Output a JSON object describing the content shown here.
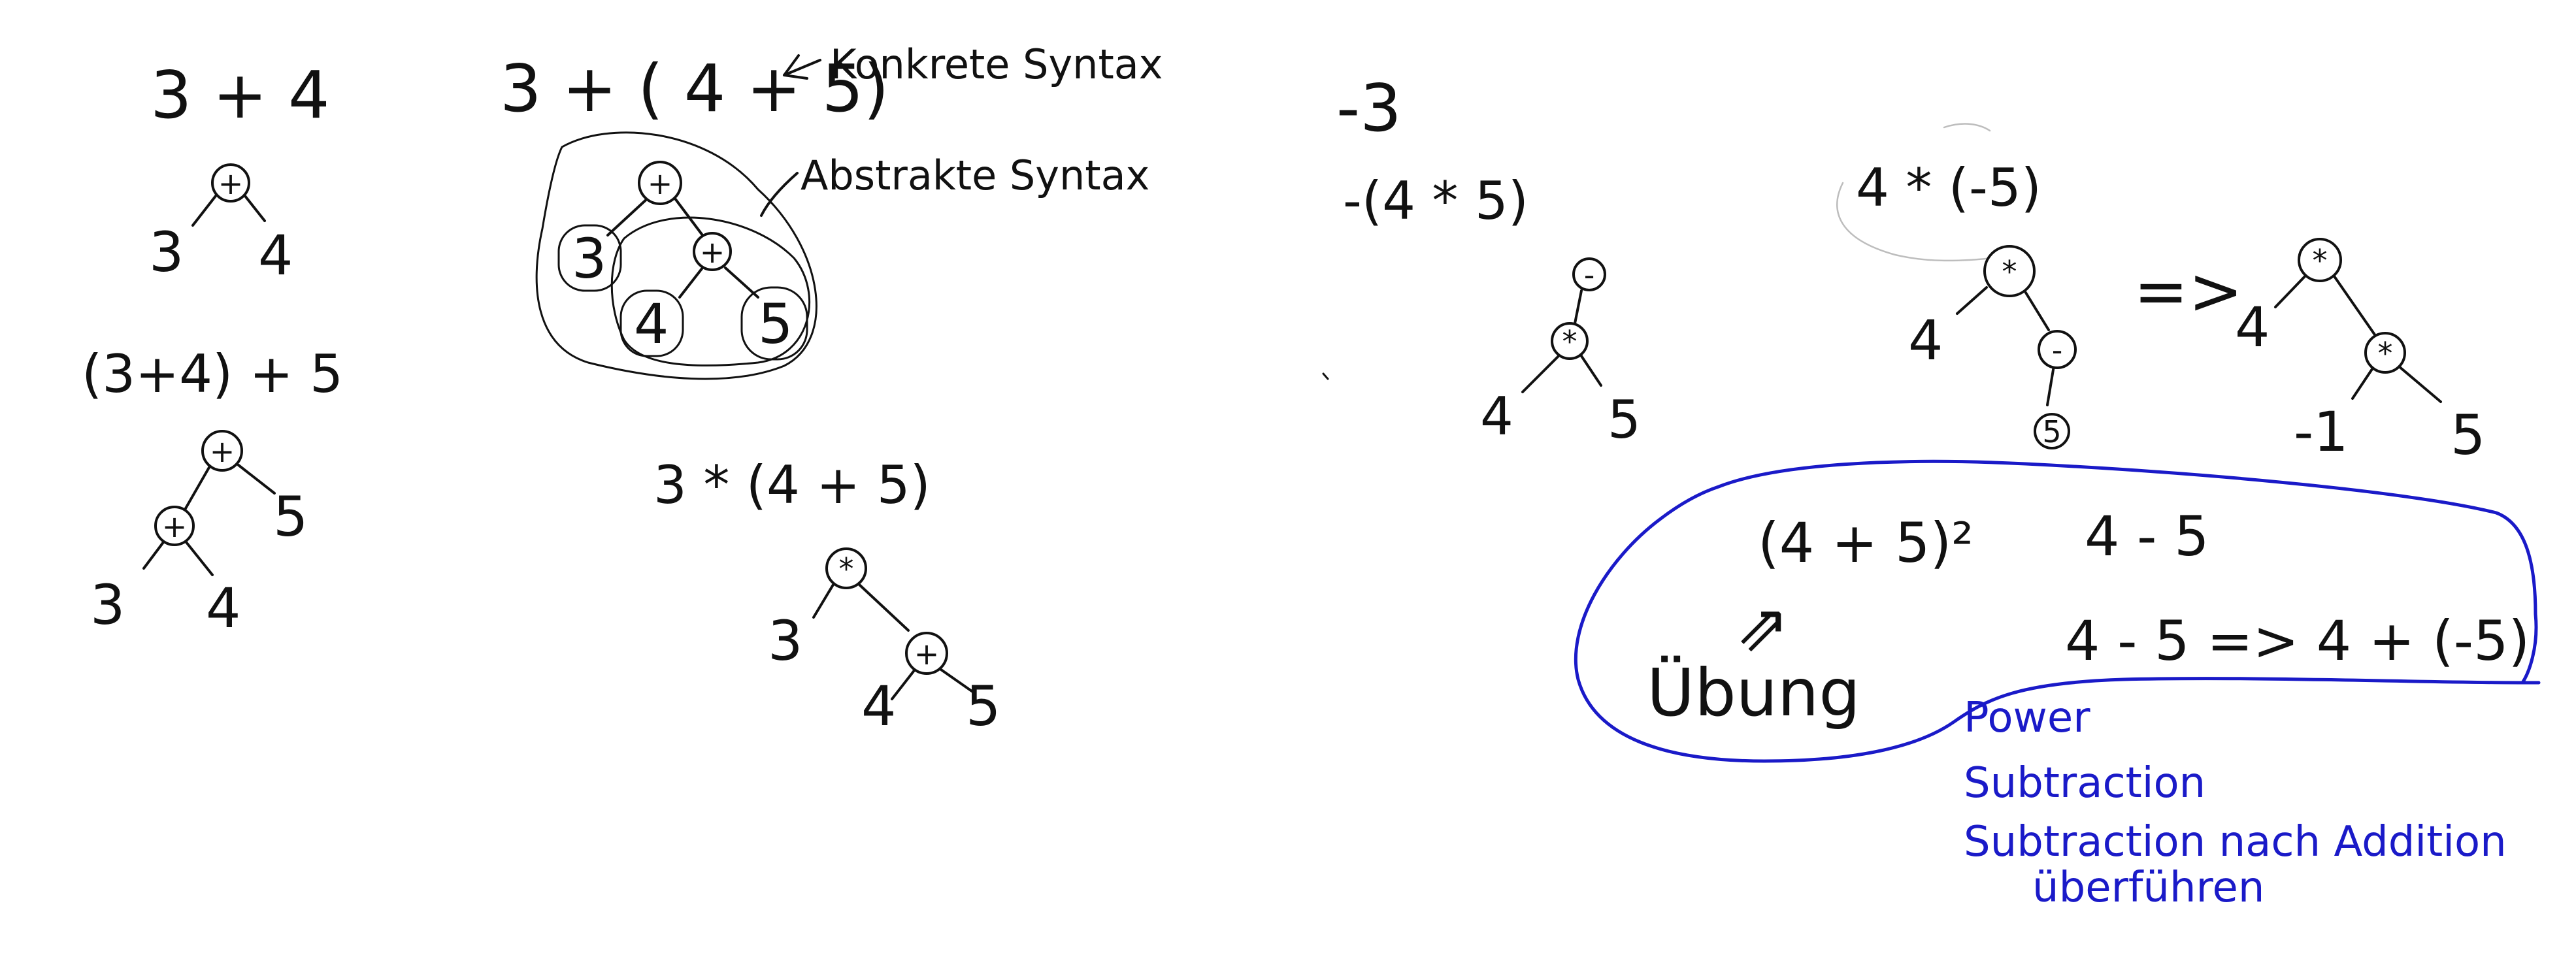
{
  "colors": {
    "ink": "#111111",
    "note_ink": "#1a1ac8",
    "background": "#ffffff"
  },
  "tree1": {
    "expr": "3 + 4",
    "root": "+",
    "left": "3",
    "right": "4"
  },
  "tree2": {
    "expr": "(3+4) + 5",
    "root": "+",
    "inner": "+",
    "a": "3",
    "b": "4",
    "c": "5"
  },
  "tree3": {
    "expr": "3 + ( 4 + 5)",
    "concrete_label": "Konkrete Syntax",
    "abstract_label": "Abstrakte Syntax",
    "root": "+",
    "inner": "+",
    "a": "3",
    "b": "4",
    "c": "5"
  },
  "tree4": {
    "expr": "3 * (4 + 5)",
    "root": "*",
    "inner": "+",
    "a": "3",
    "b": "4",
    "c": "5"
  },
  "neg": {
    "expr1": "-3",
    "expr2": "-(4 * 5)",
    "root": "-",
    "inner": "*",
    "a": "4",
    "b": "5"
  },
  "neg2": {
    "expr": "4 * (-5)",
    "left": {
      "root": "*",
      "a": "4",
      "neg": "-",
      "val": "5"
    },
    "arrow": "=>",
    "right": {
      "root": "*",
      "a": "4",
      "inner": "*",
      "b": "-1",
      "c": "5"
    }
  },
  "exercise": {
    "e1": "(4 + 5)²",
    "e2": "4 - 5",
    "e3": "4 - 5 => 4 + (-5)",
    "label": "Übung",
    "arrow": "⇗"
  },
  "notes": [
    "Power",
    "Subtraction",
    "Subtraction nach Addition",
    "überführen"
  ]
}
